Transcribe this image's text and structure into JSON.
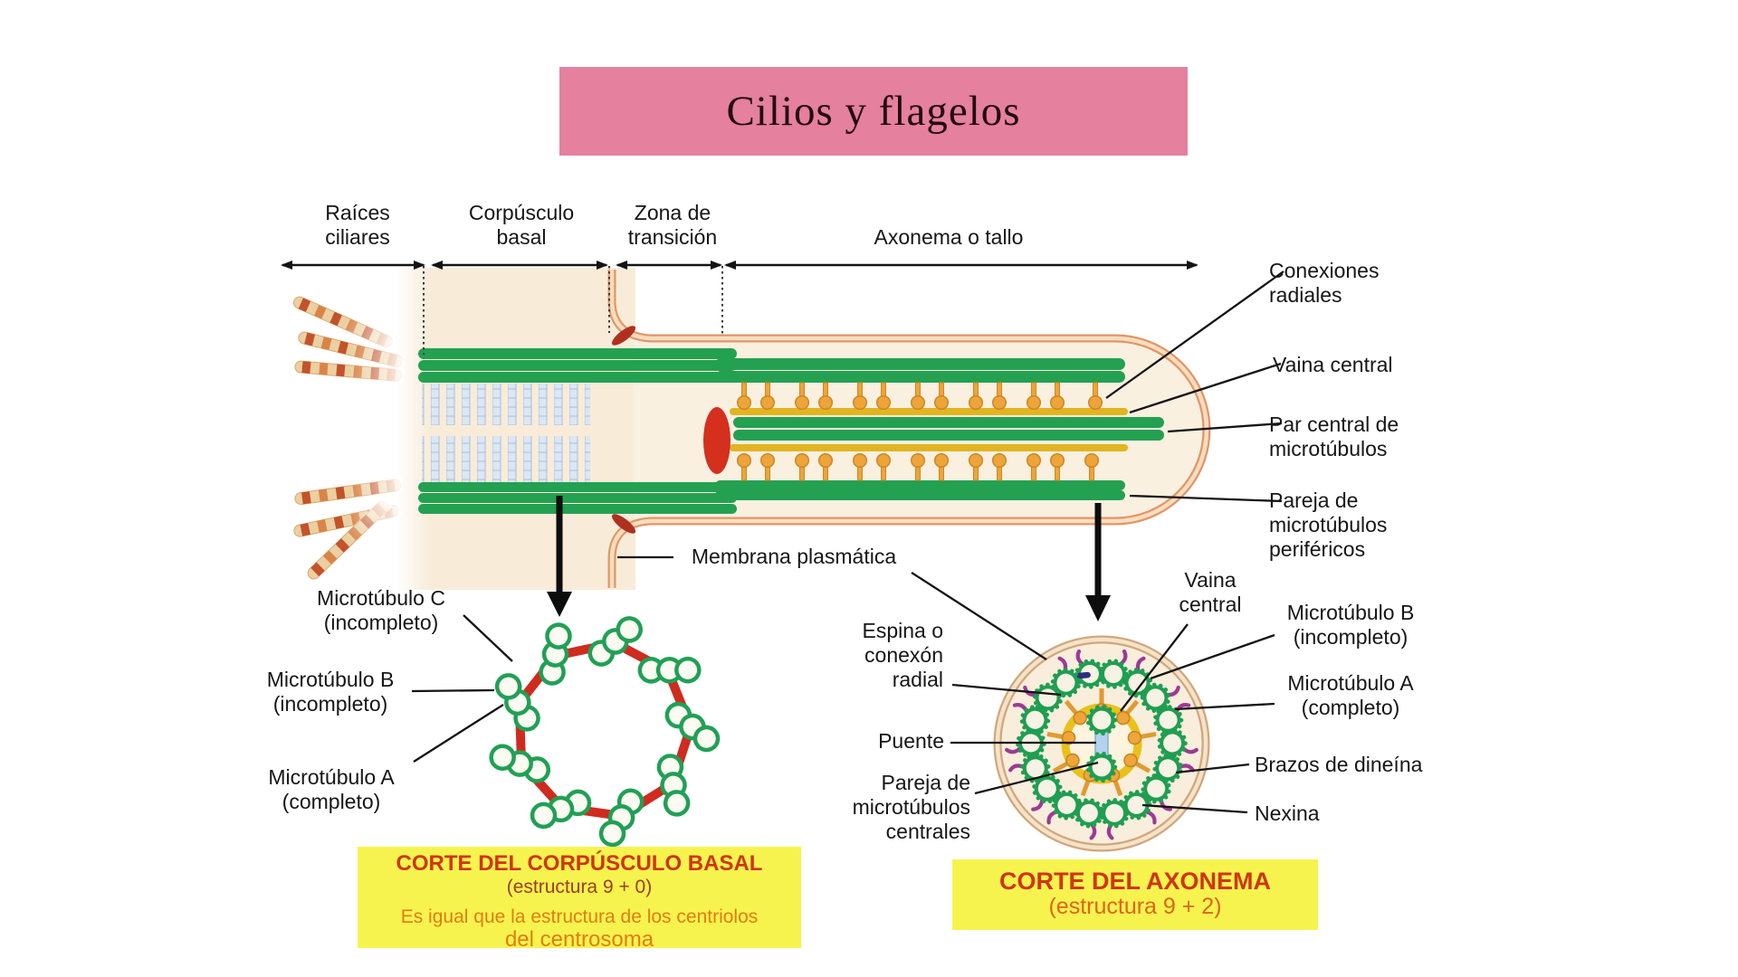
{
  "slide_title": "Cilios y flagelos",
  "region_labels": {
    "raices": "Raíces\nciliares",
    "corpusculo": "Corpúsculo\nbasal",
    "zona_transicion": "Zona de\ntransición",
    "axonema": "Axonema o tallo"
  },
  "longitudinal_labels": {
    "conexiones_radiales": "Conexiones\nradiales",
    "vaina_central": "Vaina central",
    "par_central": "Par central de\nmicrotúbulos",
    "pareja_perifericos": "Pareja de\nmicrotúbulos\nperiféricos",
    "membrana_plasmatica": "Membrana plasmática"
  },
  "basal_body_section": {
    "microtubulo_c": "Microtúbulo C\n(incompleto)",
    "microtubulo_b": "Microtúbulo B\n(incompleto)",
    "microtubulo_a": "Microtúbulo A\n(completo)",
    "caption_title": "CORTE DEL CORPÚSCULO BASAL",
    "caption_subtitle": "(estructura 9 + 0)",
    "caption_note_line1": "Es igual que la estructura de los centriolos",
    "caption_note_line2": "del centrosoma"
  },
  "axoneme_section": {
    "espina_conexon": "Espina o\nconexón\nradial",
    "vaina_central": "Vaina\ncentral",
    "microtubulo_b": "Microtúbulo B\n(incompleto)",
    "microtubulo_a": "Microtúbulo A\n(completo)",
    "brazos_dineina": "Brazos de dineína",
    "nexina": "Nexina",
    "puente": "Puente",
    "pareja_centrales": "Pareja de\nmicrotúbulos\ncentrales",
    "caption_title": "CORTE DEL AXONEMA",
    "caption_subtitle": "(estructura 9 + 2)"
  },
  "colors": {
    "title_bg": "#e5809f",
    "caption_bg": "#f7f34e",
    "caption_red": "#cf3510",
    "caption_orange": "#e27d12",
    "microtubule_green": "#21a055",
    "link_red": "#cf2b1f",
    "spoke_orange": "#efa63a",
    "membrane_peach": "#e09668",
    "cytoplasm_cream": "#f8ecd9",
    "nexin_navy": "#2e2f7d",
    "dynein_purple": "#9c3a96",
    "central_yellow": "#e2b422",
    "striation_blue": "#dce7f4"
  }
}
